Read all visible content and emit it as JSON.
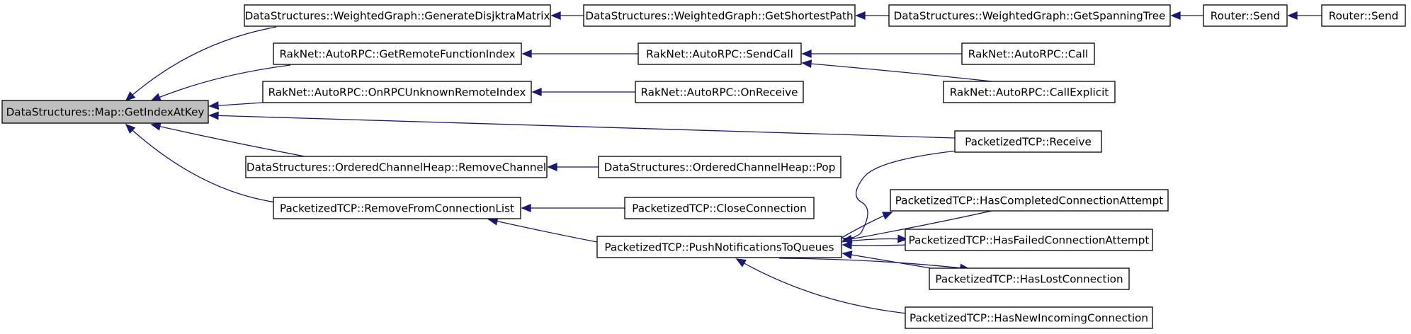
{
  "graph": {
    "edge_color": "#191970",
    "root_fill": "#bfbfbf",
    "node_fill": "#ffffff",
    "nodes": [
      {
        "id": "root",
        "label": "DataStructures::Map::GetIndexAtKey",
        "root": true
      },
      {
        "id": "gendij",
        "label": "DataStructures::WeightedGraph::GenerateDisjktraMatrix"
      },
      {
        "id": "getsp",
        "label": "DataStructures::WeightedGraph::GetShortestPath"
      },
      {
        "id": "getst",
        "label": "DataStructures::WeightedGraph::GetSpanningTree"
      },
      {
        "id": "rsend1",
        "label": "Router::Send"
      },
      {
        "id": "rsend2",
        "label": "Router::Send"
      },
      {
        "id": "grfi",
        "label": "RakNet::AutoRPC::GetRemoteFunctionIndex"
      },
      {
        "id": "sendcall",
        "label": "RakNet::AutoRPC::SendCall"
      },
      {
        "id": "call",
        "label": "RakNet::AutoRPC::Call"
      },
      {
        "id": "callexp",
        "label": "RakNet::AutoRPC::CallExplicit"
      },
      {
        "id": "onrpc",
        "label": "RakNet::AutoRPC::OnRPCUnknownRemoteIndex"
      },
      {
        "id": "onrecv",
        "label": "RakNet::AutoRPC::OnReceive"
      },
      {
        "id": "receive",
        "label": "PacketizedTCP::Receive"
      },
      {
        "id": "remch",
        "label": "DataStructures::OrderedChannelHeap::RemoveChannel"
      },
      {
        "id": "pop",
        "label": "DataStructures::OrderedChannelHeap::Pop"
      },
      {
        "id": "hcca",
        "label": "PacketizedTCP::HasCompletedConnectionAttempt"
      },
      {
        "id": "rfcl",
        "label": "PacketizedTCP::RemoveFromConnectionList"
      },
      {
        "id": "closeconn",
        "label": "PacketizedTCP::CloseConnection"
      },
      {
        "id": "hfca",
        "label": "PacketizedTCP::HasFailedConnectionAttempt"
      },
      {
        "id": "pntq",
        "label": "PacketizedTCP::PushNotificationsToQueues"
      },
      {
        "id": "hlc",
        "label": "PacketizedTCP::HasLostConnection"
      },
      {
        "id": "hnic",
        "label": "PacketizedTCP::HasNewIncomingConnection"
      }
    ],
    "edges": [
      {
        "from": "gendij",
        "to": "root"
      },
      {
        "from": "grfi",
        "to": "root"
      },
      {
        "from": "onrpc",
        "to": "root"
      },
      {
        "from": "receive",
        "to": "root"
      },
      {
        "from": "remch",
        "to": "root"
      },
      {
        "from": "rfcl",
        "to": "root"
      },
      {
        "from": "getsp",
        "to": "gendij"
      },
      {
        "from": "getst",
        "to": "getsp"
      },
      {
        "from": "rsend1",
        "to": "getst"
      },
      {
        "from": "rsend2",
        "to": "rsend1"
      },
      {
        "from": "sendcall",
        "to": "grfi"
      },
      {
        "from": "call",
        "to": "sendcall"
      },
      {
        "from": "callexp",
        "to": "sendcall"
      },
      {
        "from": "onrecv",
        "to": "onrpc"
      },
      {
        "from": "pop",
        "to": "remch"
      },
      {
        "from": "closeconn",
        "to": "rfcl"
      },
      {
        "from": "pntq",
        "to": "rfcl"
      },
      {
        "from": "receive",
        "to": "pntq"
      },
      {
        "from": "hcca",
        "to": "pntq"
      },
      {
        "from": "pntq",
        "to": "hcca"
      },
      {
        "from": "hfca",
        "to": "pntq"
      },
      {
        "from": "pntq",
        "to": "hfca"
      },
      {
        "from": "hlc",
        "to": "pntq"
      },
      {
        "from": "pntq",
        "to": "hlc"
      },
      {
        "from": "hnic",
        "to": "pntq"
      }
    ]
  }
}
